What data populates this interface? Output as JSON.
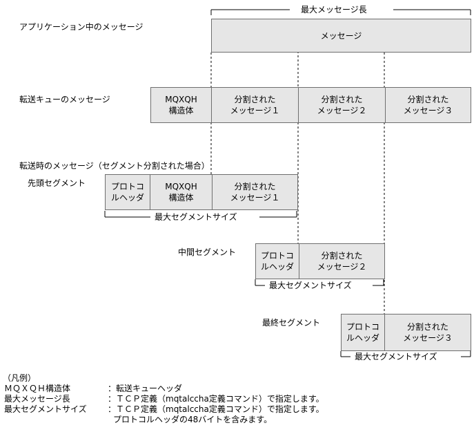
{
  "top_bracket_label": "最大メッセージ長",
  "row_app": {
    "label": "アプリケーション中のメッセージ",
    "box_text": "メッセージ"
  },
  "row_xmitq": {
    "label": "転送キューのメッセージ",
    "cells": [
      [
        "MQXQH",
        "構造体"
      ],
      [
        "分割された",
        "メッセージ１"
      ],
      [
        "分割された",
        "メッセージ２"
      ],
      [
        "分割された",
        "メッセージ３"
      ]
    ]
  },
  "transfer_title": "転送時のメッセージ（セグメント分割された場合）",
  "segments": [
    {
      "label": "先頭セグメント",
      "cells": [
        [
          "プロトコ",
          "ルヘッダ"
        ],
        [
          "MQXQH",
          "構造体"
        ],
        [
          "分割された",
          "メッセージ１"
        ]
      ],
      "bracket_label": "最大セグメントサイズ"
    },
    {
      "label": "中間セグメント",
      "cells": [
        [
          "プロトコ",
          "ルヘッダ"
        ],
        [
          "分割された",
          "メッセージ２"
        ]
      ],
      "bracket_label": "最大セグメントサイズ"
    },
    {
      "label": "最終セグメント",
      "cells": [
        [
          "プロトコ",
          "ルヘッダ"
        ],
        [
          "分割された",
          "メッセージ３"
        ]
      ],
      "bracket_label": "最大セグメントサイズ"
    }
  ],
  "legend": {
    "title": "（凡例）",
    "rows": [
      {
        "term": "ＭＱＸＱＨ構造体",
        "desc": "：転送キューヘッダ"
      },
      {
        "term": "最大メッセージ長",
        "desc": "：ＴＣＰ定義（mqtalccha定義コマンド）で指定します。"
      },
      {
        "term": "最大セグメントサイズ",
        "desc": "：ＴＣＰ定義（mqtalccha定義コマンド）で指定します。"
      }
    ],
    "note": "プロトコルヘッダの48バイトを含みます。"
  }
}
